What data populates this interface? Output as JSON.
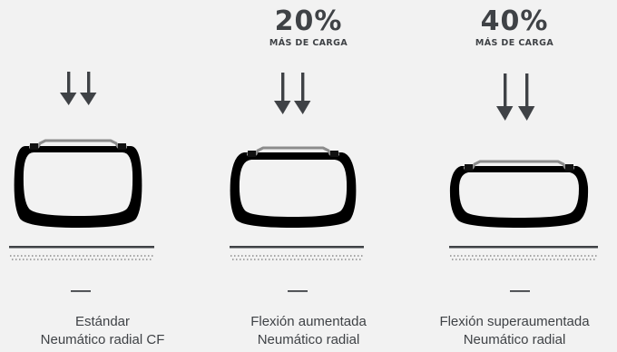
{
  "colors": {
    "background": "#f2f2f2",
    "arrow": "#3f4246",
    "tire": "#000000",
    "rim": "#8c8c8c",
    "text": "#3f4246"
  },
  "panels": [
    {
      "percent": "",
      "load_label": "",
      "title": "Estándar",
      "subtitle": "Neumático radial CF"
    },
    {
      "percent": "20%",
      "load_label": "MÁS DE CARGA",
      "title": "Flexión aumentada",
      "subtitle": "Neumático radial"
    },
    {
      "percent": "40%",
      "load_label": "MÁS DE CARGA",
      "title": "Flexión superaumentada",
      "subtitle": "Neumático radial"
    }
  ]
}
